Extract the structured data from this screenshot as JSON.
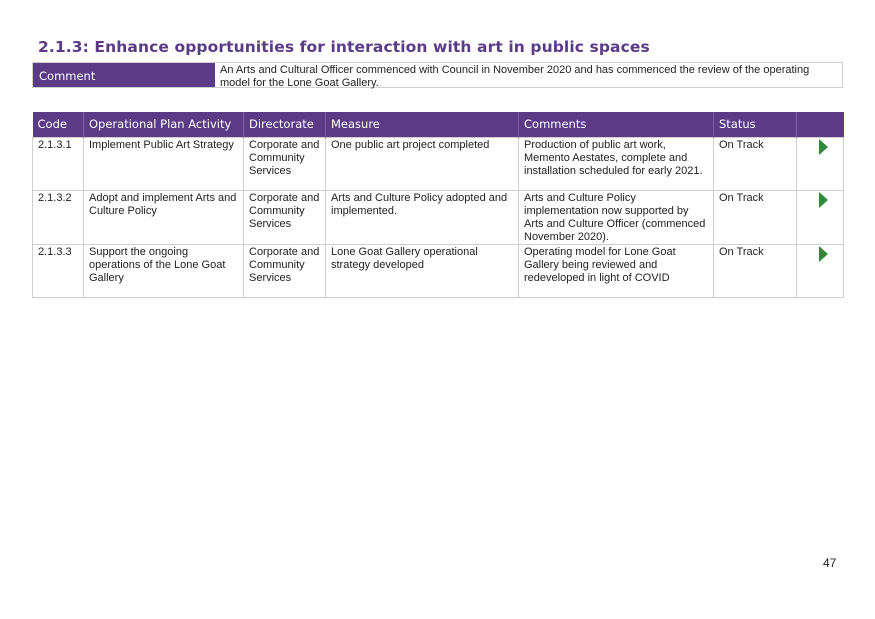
{
  "heading": "2.1.3: Enhance opportunities for interaction with art in public spaces",
  "comment": {
    "label": "Comment",
    "text": "An Arts and Cultural Officer commenced with Council in November 2020 and has commenced the review of the operating model for the Lone Goat Gallery."
  },
  "table": {
    "headers": [
      "Code",
      "Operational Plan Activity",
      "Directorate",
      "Measure",
      "Comments",
      "Status",
      ""
    ],
    "rows": [
      {
        "code": "2.1.3.1",
        "activity": "Implement Public Art Strategy",
        "directorate": "Corporate and Community Services",
        "measure": "One public art project completed",
        "comments": "Production of public art work, Memento Aestates, complete and installation scheduled for early 2021.",
        "status": "On Track",
        "status_icon": "play-arrow-icon",
        "status_color": "#2e8b3a"
      },
      {
        "code": "2.1.3.2",
        "activity": "Adopt and implement Arts and Culture Policy",
        "directorate": "Corporate and Community Services",
        "measure": "Arts and Culture Policy  adopted and implemented.",
        "comments": "Arts and Culture Policy implementation now supported by Arts and Culture Officer (commenced November 2020).",
        "status": "On Track",
        "status_icon": "play-arrow-icon",
        "status_color": "#2e8b3a"
      },
      {
        "code": "2.1.3.3",
        "activity": "Support the ongoing operations of the Lone Goat Gallery",
        "directorate": "Corporate and Community Services",
        "measure": "Lone Goat Gallery operational strategy developed",
        "comments": "Operating model for Lone Goat Gallery being reviewed and redeveloped in light of COVID",
        "status": "On Track",
        "status_icon": "play-arrow-icon",
        "status_color": "#2e8b3a"
      }
    ]
  },
  "page_number": "47",
  "colors": {
    "accent": "#5b3a86",
    "status_on_track": "#2e8b3a"
  }
}
